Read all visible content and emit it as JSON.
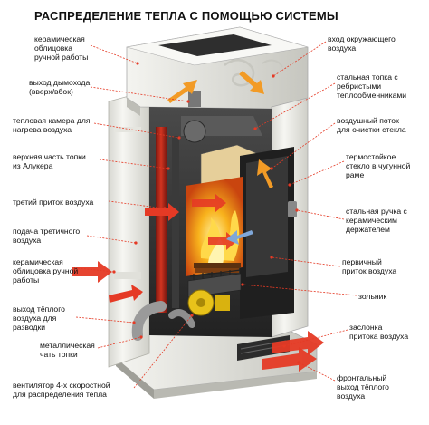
{
  "title": "РАСПРЕДЕЛЕНИЕ ТЕПЛА С ПОМОЩЬЮ СИСТЕМЫ",
  "labels_left": [
    {
      "id": "ceramic-top",
      "lines": [
        "керамическая",
        "облицовка",
        "ручной работы"
      ]
    },
    {
      "id": "flue-outlet",
      "lines": [
        "выход дымохода",
        "(вверх/вбок)"
      ]
    },
    {
      "id": "heat-chamber",
      "lines": [
        "тепловая камера для",
        "нагрева воздуха"
      ]
    },
    {
      "id": "firebox-top",
      "lines": [
        "верхняя часть топки",
        "из Алукера"
      ]
    },
    {
      "id": "third-air",
      "lines": [
        "третий приток воздуха"
      ]
    },
    {
      "id": "third-air-supply",
      "lines": [
        "подача третичного",
        "воздуха"
      ]
    },
    {
      "id": "ceramic-bottom",
      "lines": [
        "керамическая",
        "облицовка ручной",
        "работы"
      ]
    },
    {
      "id": "warm-air-out",
      "lines": [
        "выход тёплого",
        "воздуха для",
        "разводки"
      ]
    },
    {
      "id": "metal-part",
      "lines": [
        "металлическая",
        "чать топки"
      ]
    },
    {
      "id": "fan",
      "lines": [
        "вентилятор 4-х скоростной",
        "для распределения тепла"
      ]
    }
  ],
  "labels_right": [
    {
      "id": "ambient-air",
      "lines": [
        "вход окружающего",
        "воздуха"
      ]
    },
    {
      "id": "steel-firebox",
      "lines": [
        "стальная топка с",
        "ребристыми",
        "теплообменниками"
      ]
    },
    {
      "id": "glass-airflow",
      "lines": [
        "воздушный поток",
        "для очистки стекла"
      ]
    },
    {
      "id": "ceramic-glass",
      "lines": [
        "термостойкое",
        "стекло в чугунной",
        "раме"
      ]
    },
    {
      "id": "steel-handle",
      "lines": [
        "стальная ручка с",
        "керамическим",
        "держателем"
      ]
    },
    {
      "id": "primary-air",
      "lines": [
        "первичный",
        "приток воздуха"
      ]
    },
    {
      "id": "ash-pan",
      "lines": [
        "зольник"
      ]
    },
    {
      "id": "air-damper",
      "lines": [
        "заслонка",
        "притока воздуха"
      ]
    },
    {
      "id": "front-warm-air",
      "lines": [
        "фронтальный",
        "выход тёплого",
        "воздуха"
      ]
    }
  ],
  "colors": {
    "ceramic": "#f2f2ee",
    "ceramic_shadow": "#c9c9c2",
    "steel": "#3a3a3a",
    "heat_red": "#e53a25",
    "cold_blue": "#7fa7d9",
    "fire_orange": "#f5a21b",
    "fan_yellow": "#e8c21a"
  }
}
